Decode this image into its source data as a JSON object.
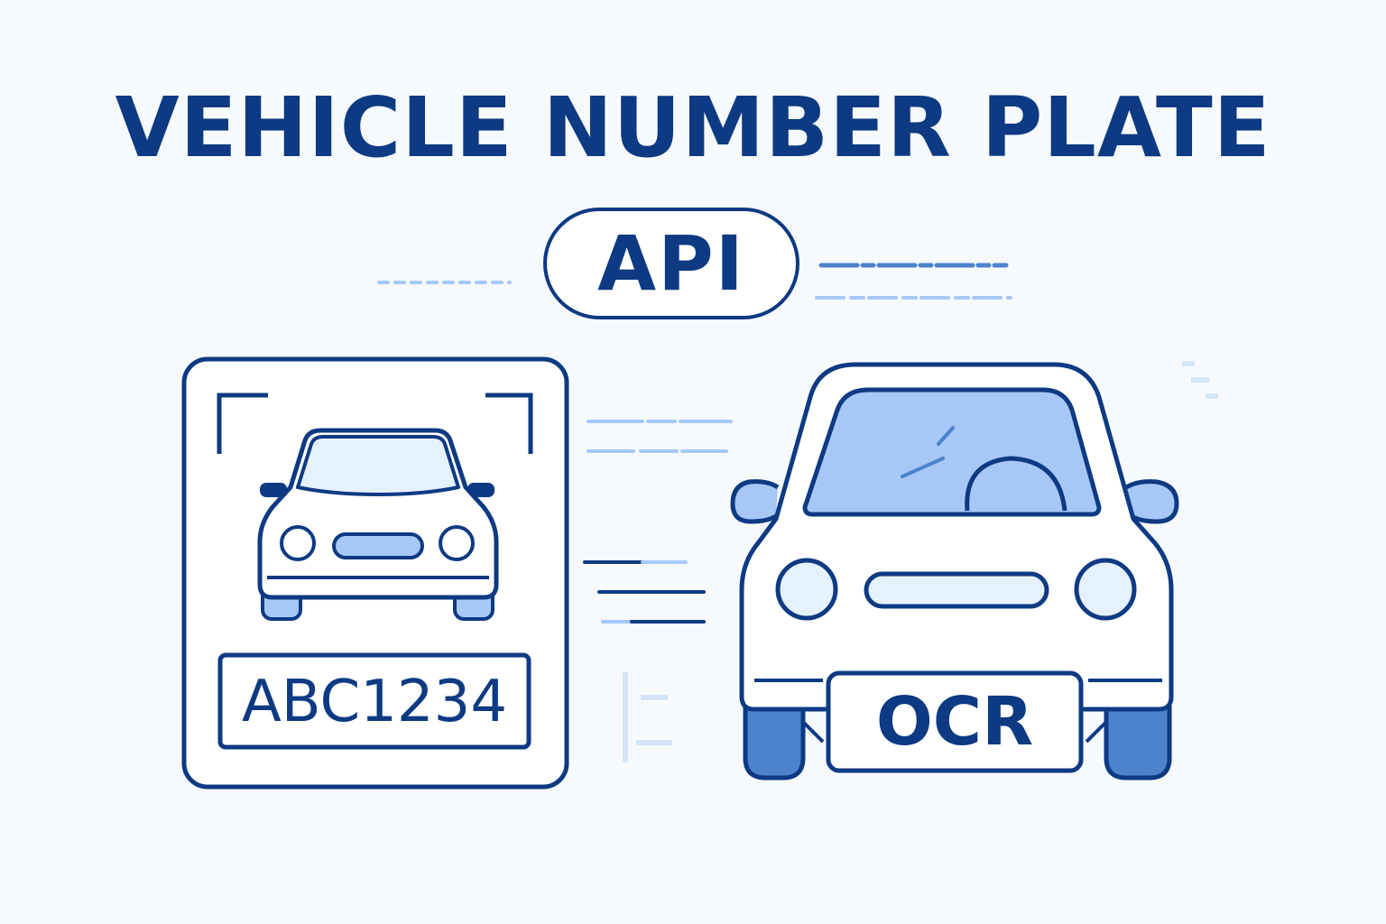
{
  "title": "VEHICLE NUMBER PLATE",
  "badge": "API",
  "left_panel": {
    "plate_number": "ABC1234"
  },
  "right_car": {
    "plate_label": "OCR"
  },
  "colors": {
    "navy": "#0d3a82",
    "light_blue": "#a7c8f7",
    "pale_blue": "#e6f1fe",
    "wheel_blue": "#4d82cc",
    "background": "#f7fafd"
  }
}
